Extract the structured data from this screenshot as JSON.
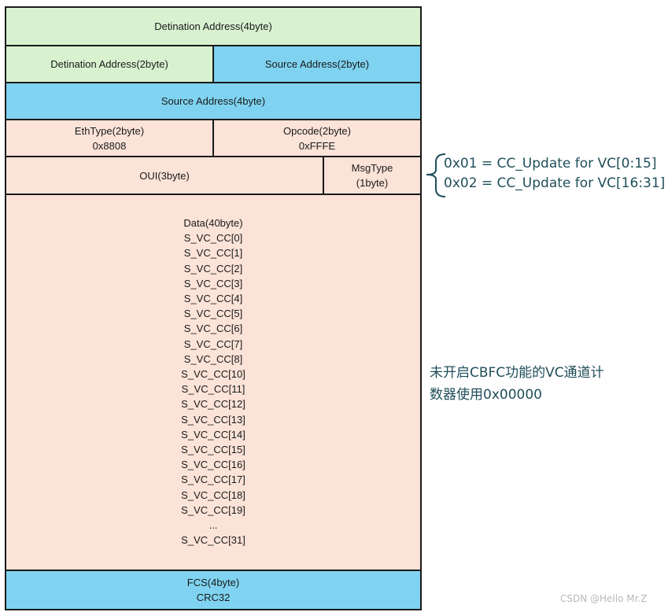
{
  "frame": {
    "rows": [
      {
        "cells": [
          {
            "text": "Detination Address(4byte)"
          }
        ]
      },
      {
        "cells": [
          {
            "text": "Detination Address(2byte)"
          },
          {
            "text": "Source Address(2byte)"
          }
        ]
      },
      {
        "cells": [
          {
            "text": "Source Address(4byte)"
          }
        ]
      },
      {
        "cells": [
          {
            "lines": [
              "EthType(2byte)",
              "0x8808"
            ]
          },
          {
            "lines": [
              "Opcode(2byte)",
              "0xFFFE"
            ]
          }
        ]
      },
      {
        "cells": [
          {
            "text": "OUI(3byte)"
          },
          {
            "lines": [
              "MsgType",
              "(1byte)"
            ]
          }
        ]
      }
    ],
    "data_block": {
      "lines": [
        "Data(40byte)",
        "S_VC_CC[0]",
        "S_VC_CC[1]",
        "S_VC_CC[2]",
        "S_VC_CC[3]",
        "S_VC_CC[4]",
        "S_VC_CC[5]",
        "S_VC_CC[6]",
        "S_VC_CC[7]",
        "S_VC_CC[8]",
        "S_VC_CC[10]",
        "S_VC_CC[11]",
        "S_VC_CC[12]",
        "S_VC_CC[13]",
        "S_VC_CC[14]",
        "S_VC_CC[15]",
        "S_VC_CC[16]",
        "S_VC_CC[17]",
        "S_VC_CC[18]",
        "S_VC_CC[19]",
        "...",
        "S_VC_CC[31]"
      ]
    },
    "fcs": {
      "lines": [
        "FCS(4byte)",
        "CRC32"
      ]
    }
  },
  "annotations": {
    "msgtype_values": [
      "0x01 = CC_Update for VC[0:15]",
      "0x02 = CC_Update for VC[16:31]"
    ],
    "unused_counter_note": [
      "未开启CBFC功能的VC通道计",
      "数器使用0x00000"
    ]
  },
  "watermark": "CSDN @Hello Mr.Z",
  "colors": {
    "address_dest": "#d8f2d0",
    "address_src": "#7fd3f0",
    "payload": "#fbe3d8",
    "border": "#1a1a1a",
    "annotation_text": "#1f4e5a"
  }
}
